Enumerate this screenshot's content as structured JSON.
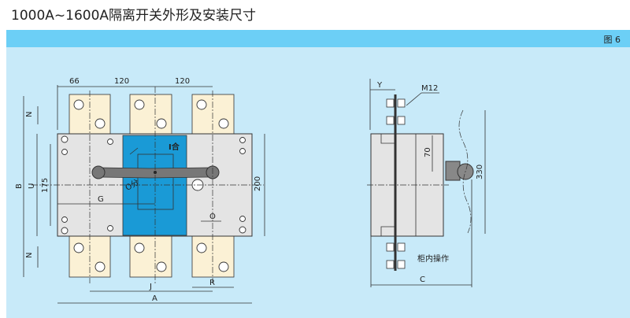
{
  "title": "1000A~1600A隔离开关外形及安装尺寸",
  "figure_label": "图 6",
  "front_view": {
    "dim_66": "66",
    "dim_120a": "120",
    "dim_120b": "120",
    "dim_N_top": "N",
    "dim_N_bottom": "N",
    "dim_B": "B",
    "dim_U": "U",
    "dim_175": "175",
    "dim_G": "G",
    "dim_200": "200",
    "dim_O": "O",
    "dim_J": "J",
    "dim_A": "A",
    "dim_R": "R",
    "on_label": "I合",
    "off_label": "O分"
  },
  "side_view": {
    "dim_Y": "Y",
    "bolt_label": "M12",
    "dim_70": "70",
    "dim_330": "330",
    "note": "柜内操作",
    "dim_C": "C"
  },
  "colors": {
    "band": "#6ccff6",
    "panel": "#c8eaf9",
    "handle_panel": "#1a9ad6",
    "terminal": "#fbf1d5"
  }
}
